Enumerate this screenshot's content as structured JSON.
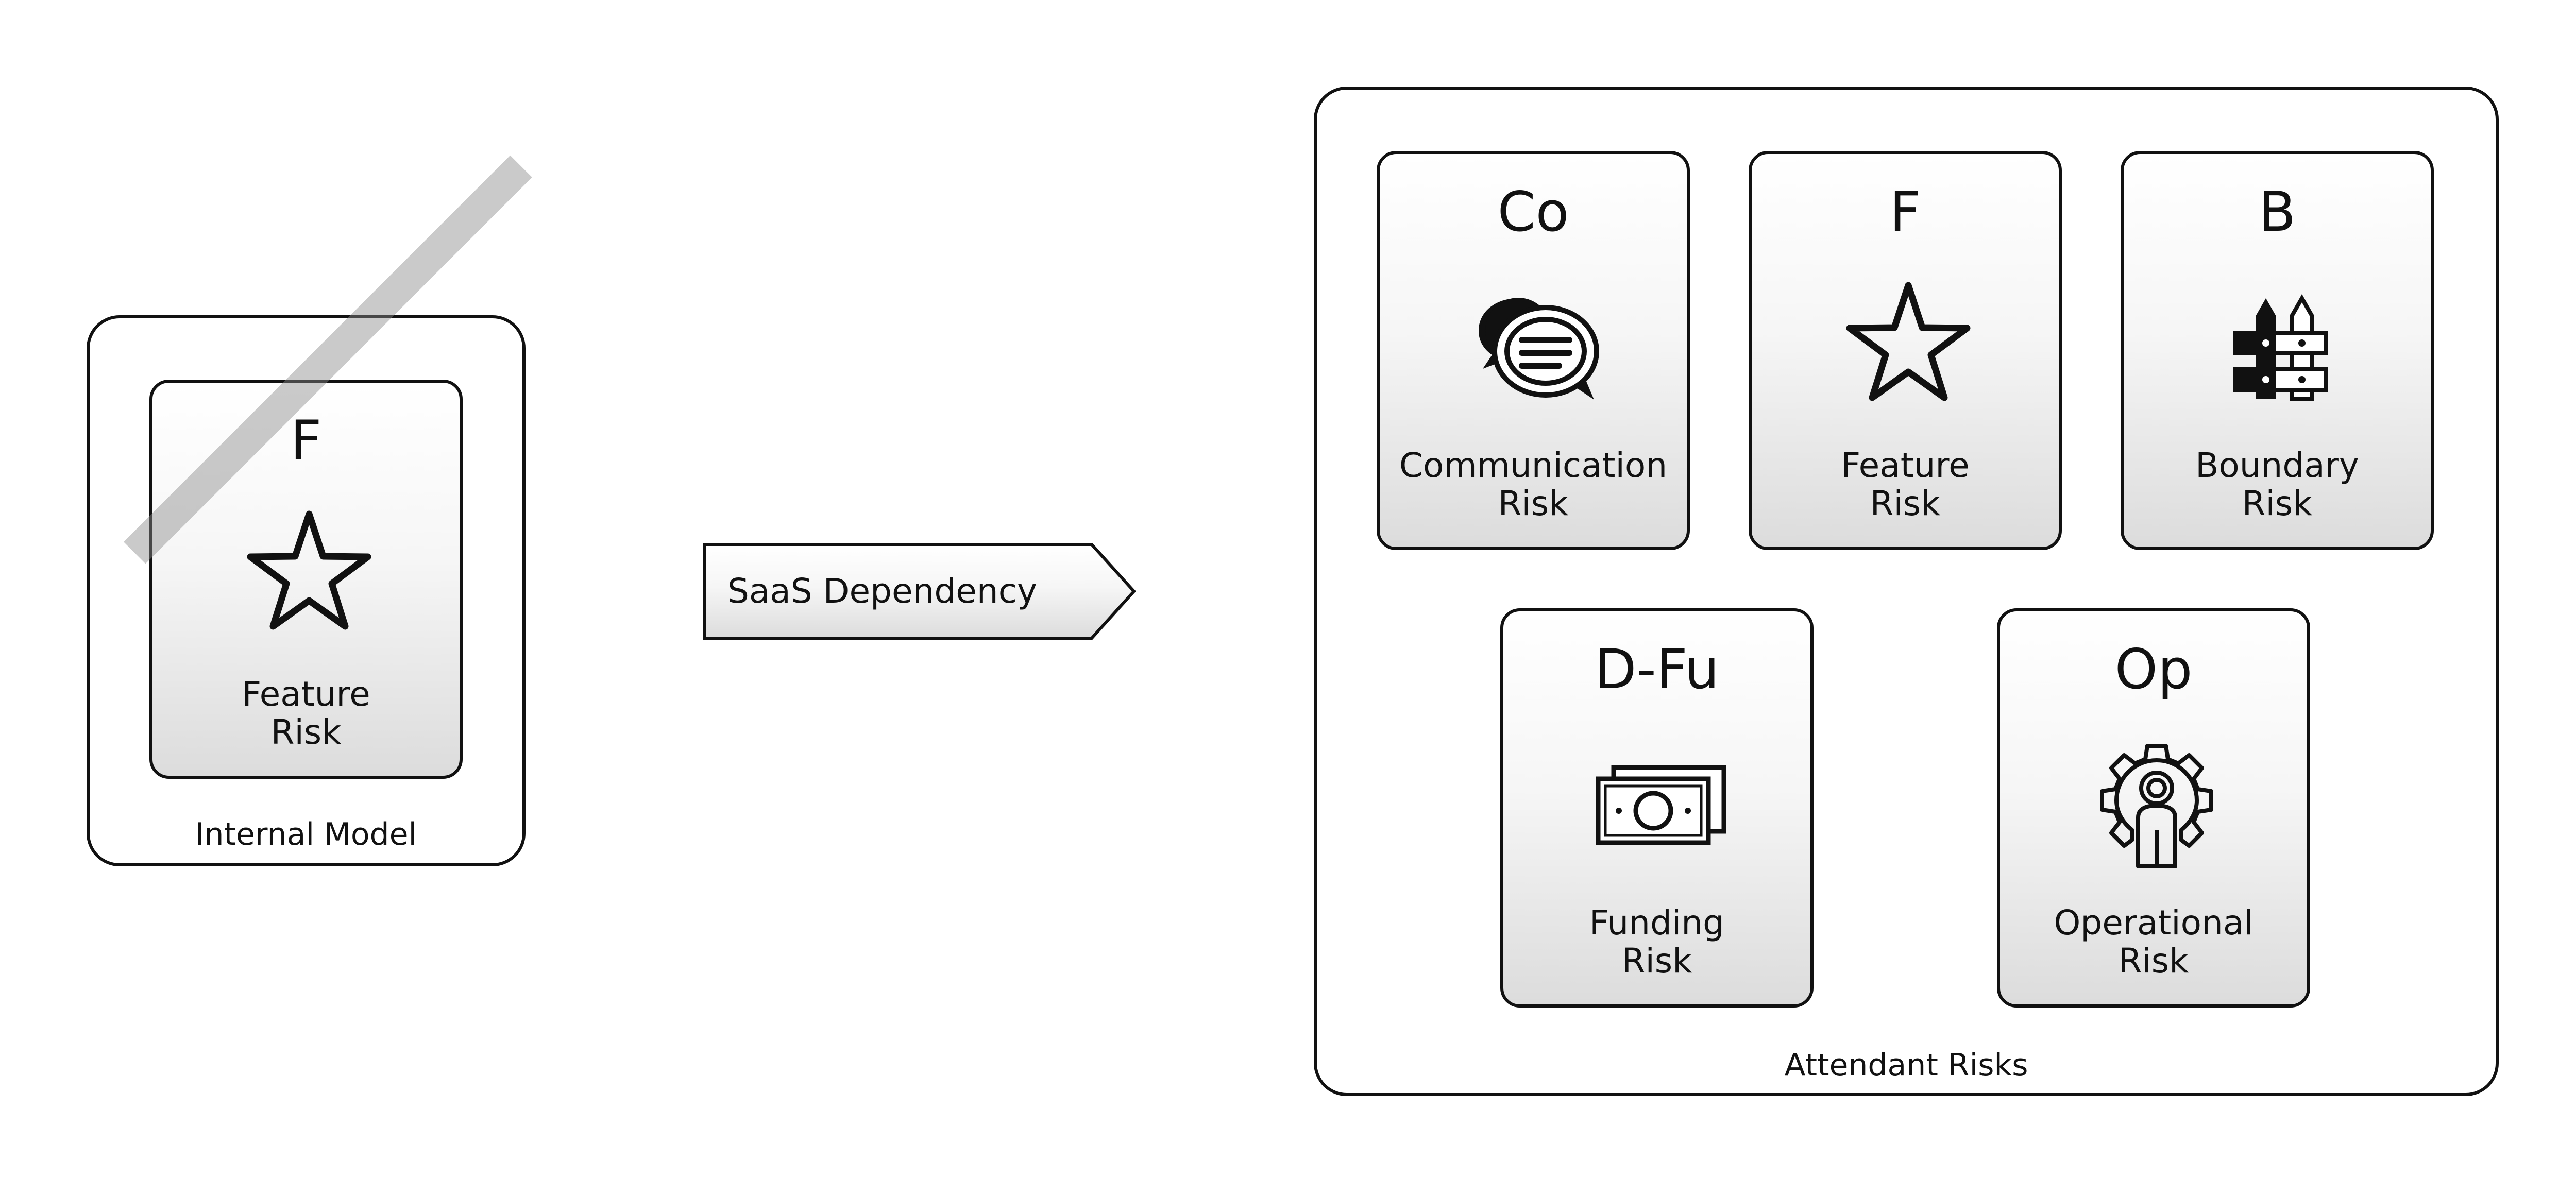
{
  "internal_model": {
    "label": "Internal Model",
    "card": {
      "abbr": "F",
      "name_line1": "Feature",
      "name_line2": "Risk",
      "icon": "star-icon"
    }
  },
  "arrow": {
    "label": "SaaS Dependency"
  },
  "attendant_risks": {
    "label": "Attendant Risks",
    "cards": [
      {
        "abbr": "Co",
        "name_line1": "Communication",
        "name_line2": "Risk",
        "icon": "speech-bubbles-icon"
      },
      {
        "abbr": "F",
        "name_line1": "Feature",
        "name_line2": "Risk",
        "icon": "star-icon"
      },
      {
        "abbr": "B",
        "name_line1": "Boundary",
        "name_line2": "Risk",
        "icon": "fence-icon"
      },
      {
        "abbr": "D-Fu",
        "name_line1": "Funding",
        "name_line2": "Risk",
        "icon": "banknotes-icon"
      },
      {
        "abbr": "Op",
        "name_line1": "Operational",
        "name_line2": "Risk",
        "icon": "gear-person-icon"
      }
    ]
  },
  "colors": {
    "stroke": "#111111",
    "card_gradient_top": "#ffffff",
    "card_gradient_bottom": "#dcdcdc",
    "strike": "#8a8a8a"
  }
}
